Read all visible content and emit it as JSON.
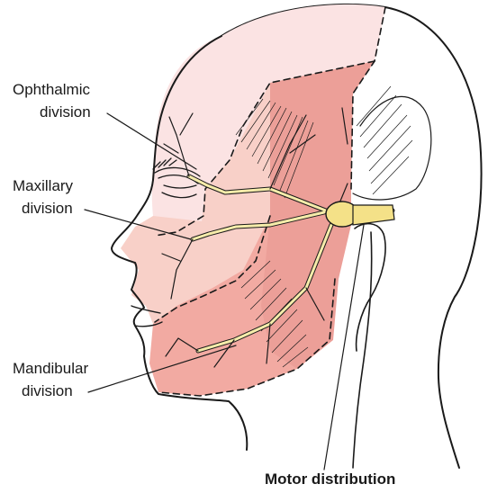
{
  "labels": {
    "ophthalmic_line1": "Ophthalmic",
    "ophthalmic_line2": "division",
    "maxillary_line1": "Maxillary",
    "maxillary_line2": "division",
    "mandibular_line1": "Mandibular",
    "mandibular_line2": "division",
    "motor": "Motor distribution"
  },
  "colors": {
    "ophthalmic_region": "#fbe3e3",
    "maxillary_region": "#f8d0c8",
    "mandibular_region": "#f2aaa2",
    "motor_region": "#ec9f98",
    "nerve": "#f6ecaa",
    "ganglion": "#f4e188",
    "outline": "#1a1a1a"
  }
}
